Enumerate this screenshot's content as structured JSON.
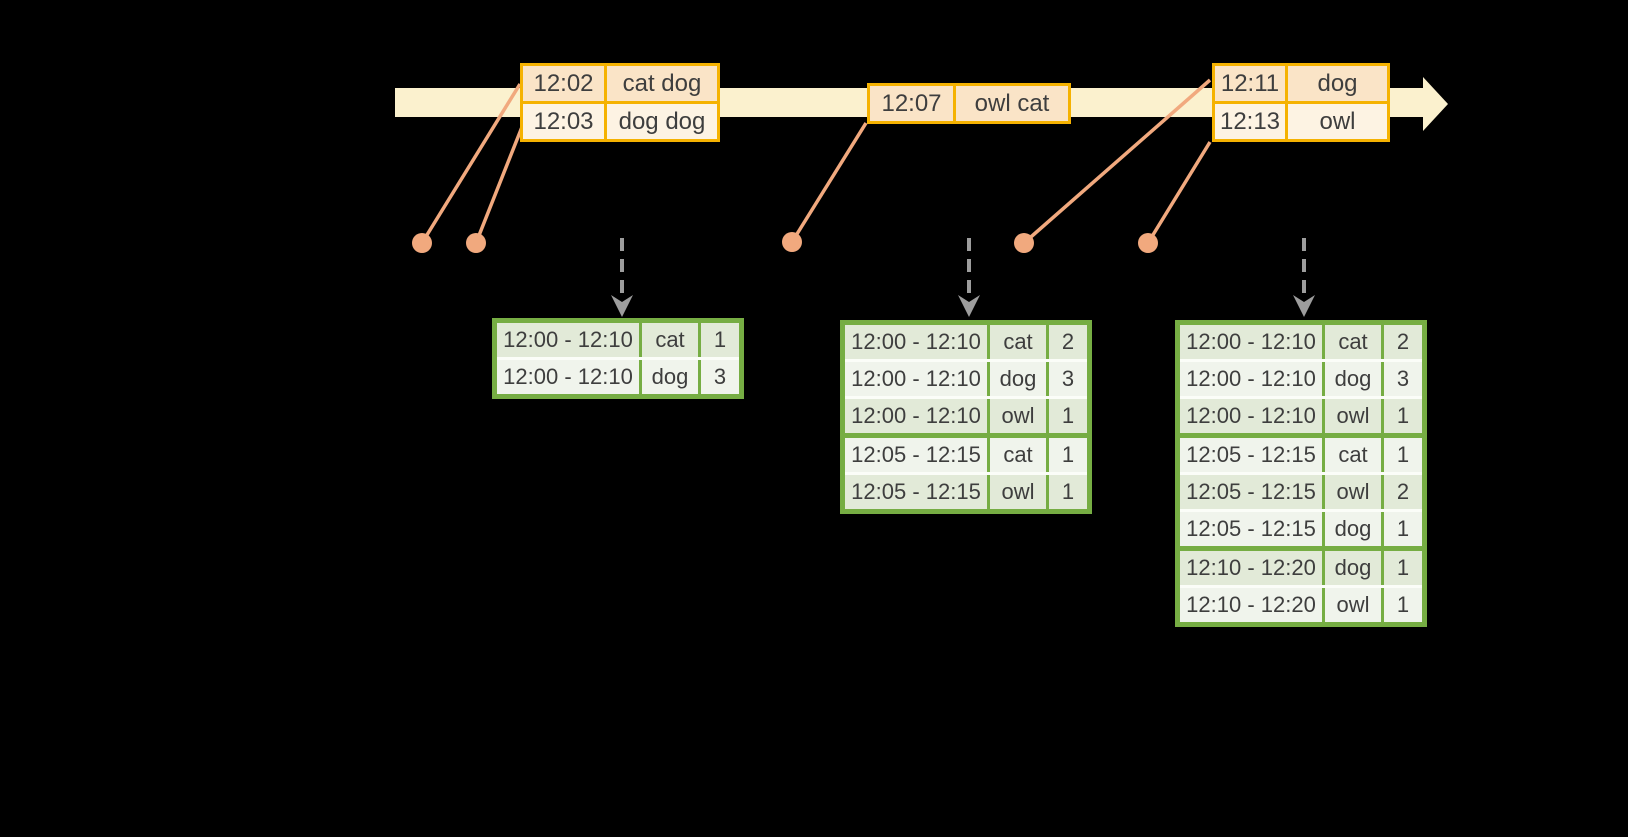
{
  "diagram": {
    "kind": "streaming-windowed-word-count-timeline",
    "colors": {
      "background": "#000000",
      "timeline_band": "#FBF1CE",
      "event_table_border": "#F5B201",
      "event_row_dark": "#FAE4C7",
      "event_row_light": "#FDF3E3",
      "result_table_border": "#76AD43",
      "result_row_dark": "#E2EAD8",
      "result_row_light": "#F0F4EC",
      "row_separator_light": "#FBFDF8",
      "connector_salmon": "#F1A97E",
      "trigger_arrow_gray": "#9D9D9D",
      "text": "#3E3E3E"
    },
    "icons": {
      "timeline_arrow": "right-block-arrow",
      "event_dot": "filled-circle",
      "trigger_arrow": "dashed-down-arrow"
    }
  },
  "event_tables": [
    {
      "rows": [
        {
          "time": "12:02",
          "words": "cat dog"
        },
        {
          "time": "12:03",
          "words": "dog dog"
        }
      ]
    },
    {
      "rows": [
        {
          "time": "12:07",
          "words": "owl cat"
        }
      ]
    },
    {
      "rows": [
        {
          "time": "12:11",
          "words": "dog"
        },
        {
          "time": "12:13",
          "words": "owl"
        }
      ]
    }
  ],
  "result_tables": [
    {
      "rows": [
        {
          "window": "12:00 - 12:10",
          "word": "cat",
          "count": "1"
        },
        {
          "window": "12:00 - 12:10",
          "word": "dog",
          "count": "3"
        }
      ]
    },
    {
      "rows": [
        {
          "window": "12:00 - 12:10",
          "word": "cat",
          "count": "2"
        },
        {
          "window": "12:00 - 12:10",
          "word": "dog",
          "count": "3"
        },
        {
          "window": "12:00 - 12:10",
          "word": "owl",
          "count": "1"
        },
        {
          "window": "12:05 - 12:15",
          "word": "cat",
          "count": "1"
        },
        {
          "window": "12:05 - 12:15",
          "word": "owl",
          "count": "1"
        }
      ]
    },
    {
      "rows": [
        {
          "window": "12:00 - 12:10",
          "word": "cat",
          "count": "2"
        },
        {
          "window": "12:00 - 12:10",
          "word": "dog",
          "count": "3"
        },
        {
          "window": "12:00 - 12:10",
          "word": "owl",
          "count": "1"
        },
        {
          "window": "12:05 - 12:15",
          "word": "cat",
          "count": "1"
        },
        {
          "window": "12:05 - 12:15",
          "word": "owl",
          "count": "2"
        },
        {
          "window": "12:05 - 12:15",
          "word": "dog",
          "count": "1"
        },
        {
          "window": "12:10 - 12:20",
          "word": "dog",
          "count": "1"
        },
        {
          "window": "12:10 - 12:20",
          "word": "owl",
          "count": "1"
        }
      ]
    }
  ]
}
